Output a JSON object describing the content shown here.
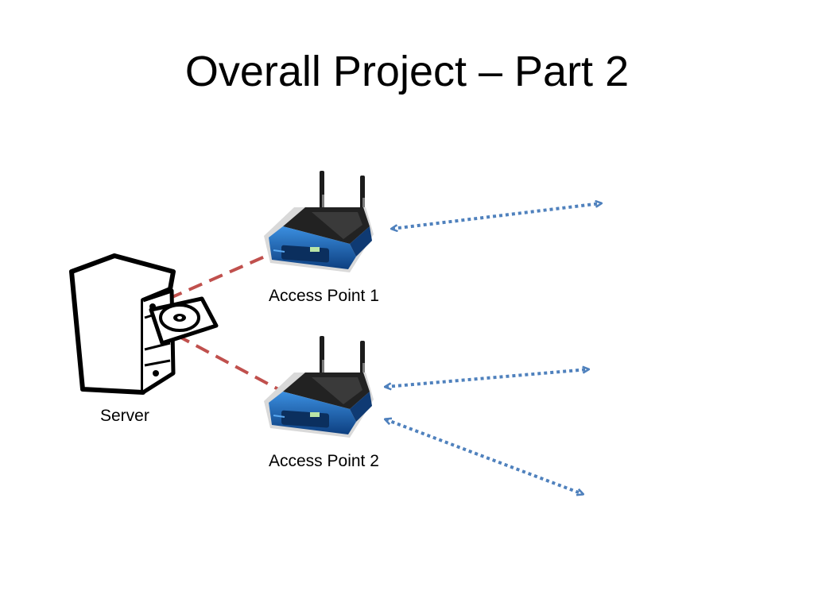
{
  "slide": {
    "title": "Overall Project – Part 2",
    "nodes": {
      "server": {
        "label": "Server",
        "icon": "server-icon"
      },
      "ap1": {
        "label": "Access Point 1",
        "icon": "wireless-router-icon"
      },
      "ap2": {
        "label": "Access Point 2",
        "icon": "wireless-router-icon"
      }
    },
    "colors": {
      "wired_link": "#c0504d",
      "wireless_link": "#4f81bd",
      "router_body": "#1f5fa8",
      "router_top": "#1a1a1a"
    }
  }
}
